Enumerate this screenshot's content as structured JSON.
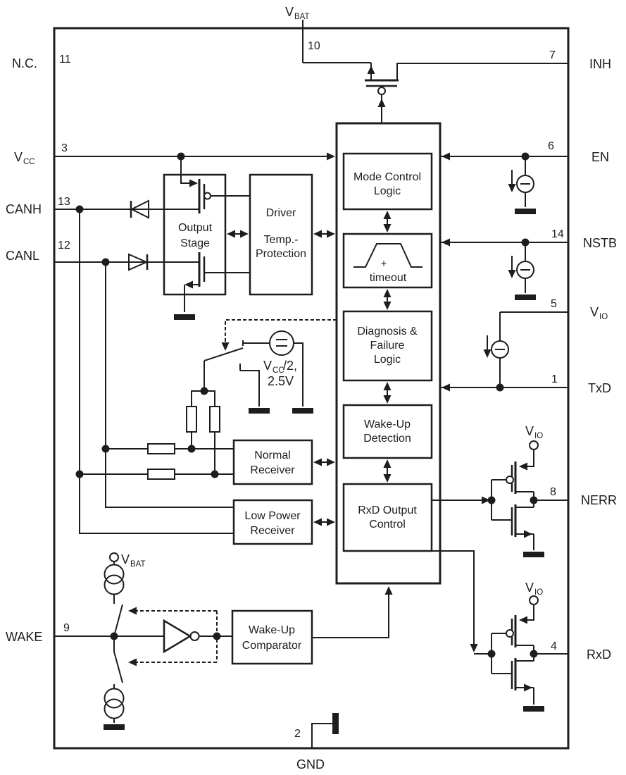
{
  "pins": {
    "nc": {
      "num": "11",
      "label": "N.C."
    },
    "vcc": {
      "num": "3",
      "main": "V",
      "sub": "CC"
    },
    "canh": {
      "num": "13",
      "label": "CANH"
    },
    "canl": {
      "num": "12",
      "label": "CANL"
    },
    "wake": {
      "num": "9",
      "label": "WAKE"
    },
    "vbat": {
      "num": "10",
      "main": "V",
      "sub": "BAT"
    },
    "inh": {
      "num": "7",
      "label": "INH"
    },
    "en": {
      "num": "6",
      "label": "EN"
    },
    "nstb": {
      "num": "14",
      "label": "NSTB"
    },
    "vio": {
      "num": "5",
      "main": "V",
      "sub": "IO"
    },
    "txd": {
      "num": "1",
      "label": "TxD"
    },
    "nerr": {
      "num": "8",
      "label": "NERR"
    },
    "rxd": {
      "num": "4",
      "label": "RxD"
    },
    "gnd": {
      "num": "2",
      "label": "GND"
    }
  },
  "blocks": {
    "output_stage": {
      "line1": "Output",
      "line2": "Stage"
    },
    "driver": {
      "line1": "Driver",
      "line2": "Temp.-",
      "line3": "Protection"
    },
    "mode_control": {
      "line1": "Mode Control",
      "line2": "Logic"
    },
    "timeout": {
      "plus": "+",
      "label": "timeout"
    },
    "diagnosis": {
      "line1": "Diagnosis &",
      "line2": "Failure",
      "line3": "Logic"
    },
    "wakeup_detection": {
      "line1": "Wake-Up",
      "line2": "Detection"
    },
    "rxd_output_control": {
      "line1": "RxD Output",
      "line2": "Control"
    },
    "normal_receiver": {
      "line1": "Normal",
      "line2": "Receiver"
    },
    "low_power_receiver": {
      "line1": "Low Power",
      "line2": "Receiver"
    },
    "wakeup_comparator": {
      "line1": "Wake-Up",
      "line2": "Comparator"
    }
  },
  "sources": {
    "vref": {
      "main": "V",
      "sub": "CC",
      "rest": "/2,",
      "line2": "2.5V"
    },
    "wake_vbat": {
      "main": "V",
      "sub": "BAT"
    },
    "nerr_vio": {
      "main": "V",
      "sub": "IO"
    },
    "rxd_vio": {
      "main": "V",
      "sub": "IO"
    }
  },
  "colors": {
    "line": "#1d1d1d",
    "background": "#ffffff"
  }
}
